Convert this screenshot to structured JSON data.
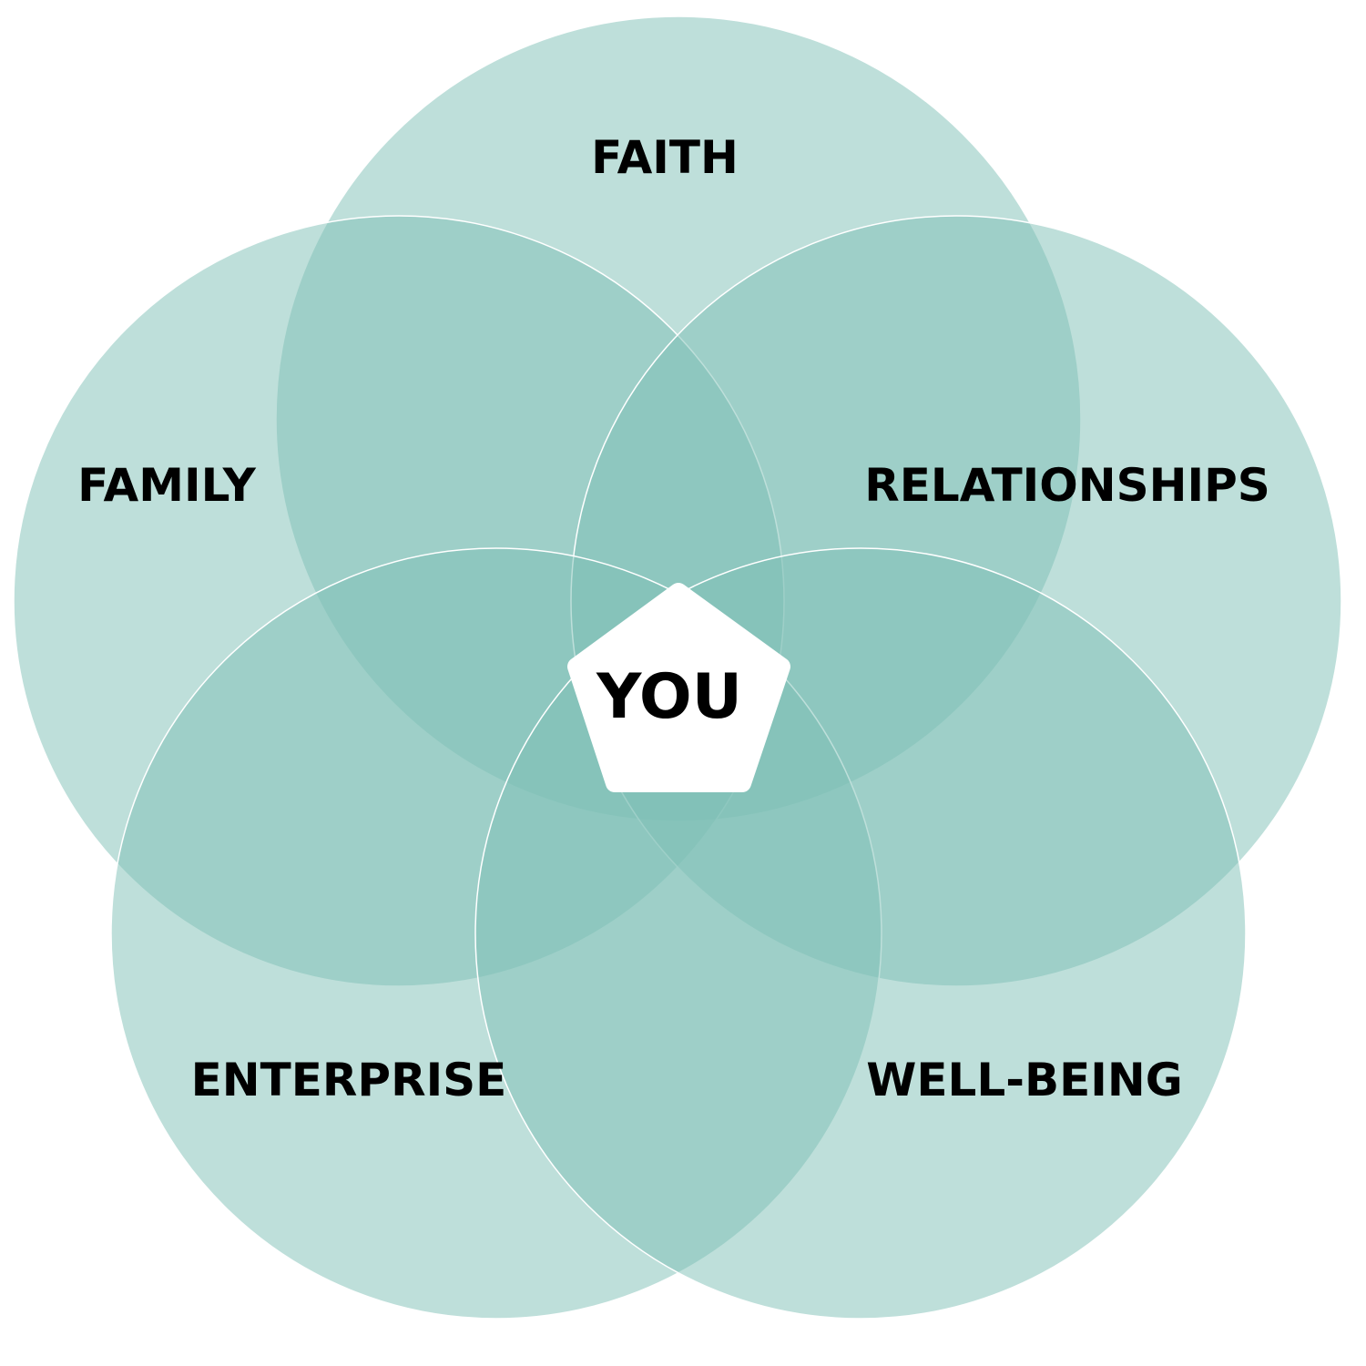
{
  "diagram": {
    "center_label": "YOU",
    "sets": [
      {
        "label": "FAITH"
      },
      {
        "label": "FAMILY"
      },
      {
        "label": "RELATIONSHIPS"
      },
      {
        "label": "ENTERPRISE"
      },
      {
        "label": "WELL-BEING"
      }
    ]
  },
  "colors": {
    "circle_fill": "#7dbfb5",
    "circle_stroke": "#ffffff",
    "center_fill": "#ffffff",
    "text": "#000000",
    "background": "#ffffff"
  }
}
